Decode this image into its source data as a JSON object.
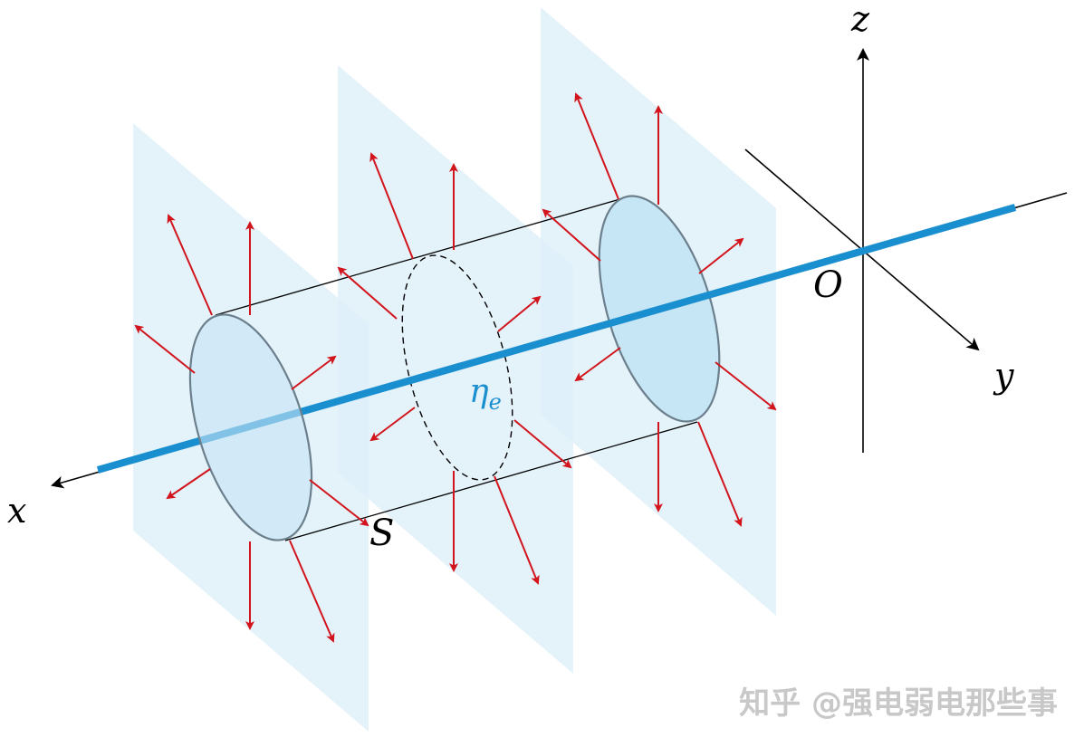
{
  "labels": {
    "x_axis": "x",
    "y_axis": "y",
    "z_axis": "z",
    "origin": "O",
    "surface": "S",
    "charge_density": "η",
    "charge_density_sub": "e"
  },
  "watermark": "知乎 @强电弱电那些事",
  "colors": {
    "line_charge": "#1a8fd0",
    "field_arrow": "#d2141c",
    "plane_fill": "#dff0f9",
    "cylinder_cap": "#c6e5f5",
    "cap_edge": "#6b7f8c",
    "axis": "#000000",
    "label_eta": "#1a8fd0",
    "watermark": "#c8c8c8"
  }
}
